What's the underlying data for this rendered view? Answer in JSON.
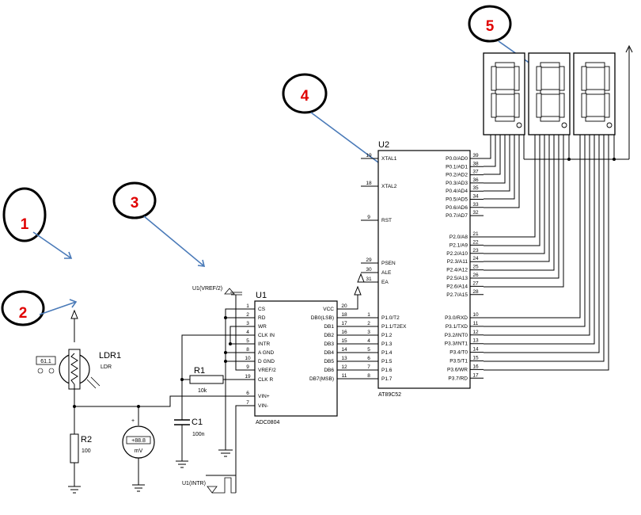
{
  "callouts": [
    "1",
    "2",
    "3",
    "4",
    "5"
  ],
  "ldr": {
    "ref": "LDR1",
    "type": "LDR",
    "lux": "61.1"
  },
  "r2": {
    "ref": "R2",
    "value": "100"
  },
  "voltmeter": {
    "reading": "+88.8",
    "unit": "mV"
  },
  "r1": {
    "ref": "R1",
    "value": "10k"
  },
  "c1": {
    "ref": "C1",
    "value": "100n"
  },
  "probes": {
    "vref": "U1(VREF/2)",
    "intr": "U1(INTR)"
  },
  "u1": {
    "ref": "U1",
    "part": "ADC0804",
    "left_pins": [
      {
        "num": "1",
        "name": "CS"
      },
      {
        "num": "2",
        "name": "RD"
      },
      {
        "num": "3",
        "name": "WR"
      },
      {
        "num": "4",
        "name": "CLK IN"
      },
      {
        "num": "5",
        "name": "INTR"
      },
      {
        "num": "8",
        "name": "A GND"
      },
      {
        "num": "10",
        "name": "D GND"
      },
      {
        "num": "9",
        "name": "VREF/2"
      },
      {
        "num": "19",
        "name": "CLK R"
      },
      {
        "num": "6",
        "name": "VIN+"
      },
      {
        "num": "7",
        "name": "VIN-"
      }
    ],
    "right_pins": [
      {
        "num": "20",
        "name": "VCC"
      },
      {
        "num": "18",
        "name": "DB0(LSB)"
      },
      {
        "num": "17",
        "name": "DB1"
      },
      {
        "num": "16",
        "name": "DB2"
      },
      {
        "num": "15",
        "name": "DB3"
      },
      {
        "num": "14",
        "name": "DB4"
      },
      {
        "num": "13",
        "name": "DB5"
      },
      {
        "num": "12",
        "name": "DB6"
      },
      {
        "num": "11",
        "name": "DB7(MSB)"
      }
    ]
  },
  "u2": {
    "ref": "U2",
    "part": "AT89C52",
    "left_pins": [
      {
        "num": "19",
        "name": "XTAL1"
      },
      {
        "num": "18",
        "name": "XTAL2"
      },
      {
        "num": "9",
        "name": "RST"
      },
      {
        "num": "29",
        "name": "PSEN"
      },
      {
        "num": "30",
        "name": "ALE"
      },
      {
        "num": "31",
        "name": "EA"
      }
    ],
    "p1_pins": [
      {
        "num": "1",
        "name": "P1.0/T2"
      },
      {
        "num": "2",
        "name": "P1.1/T2EX"
      },
      {
        "num": "3",
        "name": "P1.2"
      },
      {
        "num": "4",
        "name": "P1.3"
      },
      {
        "num": "5",
        "name": "P1.4"
      },
      {
        "num": "6",
        "name": "P1.5"
      },
      {
        "num": "7",
        "name": "P1.6"
      },
      {
        "num": "8",
        "name": "P1.7"
      }
    ],
    "p0_pins": [
      {
        "num": "39",
        "name": "P0.0/AD0"
      },
      {
        "num": "38",
        "name": "P0.1/AD1"
      },
      {
        "num": "37",
        "name": "P0.2/AD2"
      },
      {
        "num": "36",
        "name": "P0.3/AD3"
      },
      {
        "num": "35",
        "name": "P0.4/AD4"
      },
      {
        "num": "34",
        "name": "P0.5/AD5"
      },
      {
        "num": "33",
        "name": "P0.6/AD6"
      },
      {
        "num": "32",
        "name": "P0.7/AD7"
      }
    ],
    "p2_pins": [
      {
        "num": "21",
        "name": "P2.0/A8"
      },
      {
        "num": "22",
        "name": "P2.1/A9"
      },
      {
        "num": "23",
        "name": "P2.2/A10"
      },
      {
        "num": "24",
        "name": "P2.3/A11"
      },
      {
        "num": "25",
        "name": "P2.4/A12"
      },
      {
        "num": "26",
        "name": "P2.5/A13"
      },
      {
        "num": "27",
        "name": "P2.6/A14"
      },
      {
        "num": "28",
        "name": "P2.7/A15"
      }
    ],
    "p3_pins": [
      {
        "num": "10",
        "name": "P3.0/RXD"
      },
      {
        "num": "11",
        "name": "P3.1/TXD"
      },
      {
        "num": "12",
        "name": "P3.2/INT0"
      },
      {
        "num": "13",
        "name": "P3.3/INT1"
      },
      {
        "num": "14",
        "name": "P3.4/T0"
      },
      {
        "num": "15",
        "name": "P3.5/T1"
      },
      {
        "num": "16",
        "name": "P3.6/WR"
      },
      {
        "num": "17",
        "name": "P3.7/RD"
      }
    ]
  },
  "displays": {
    "count": 3,
    "segment_color": "#ffffff"
  },
  "colors": {
    "arrow": "#4a7ab8",
    "callout_number": "#e00000",
    "wire": "#000000"
  }
}
